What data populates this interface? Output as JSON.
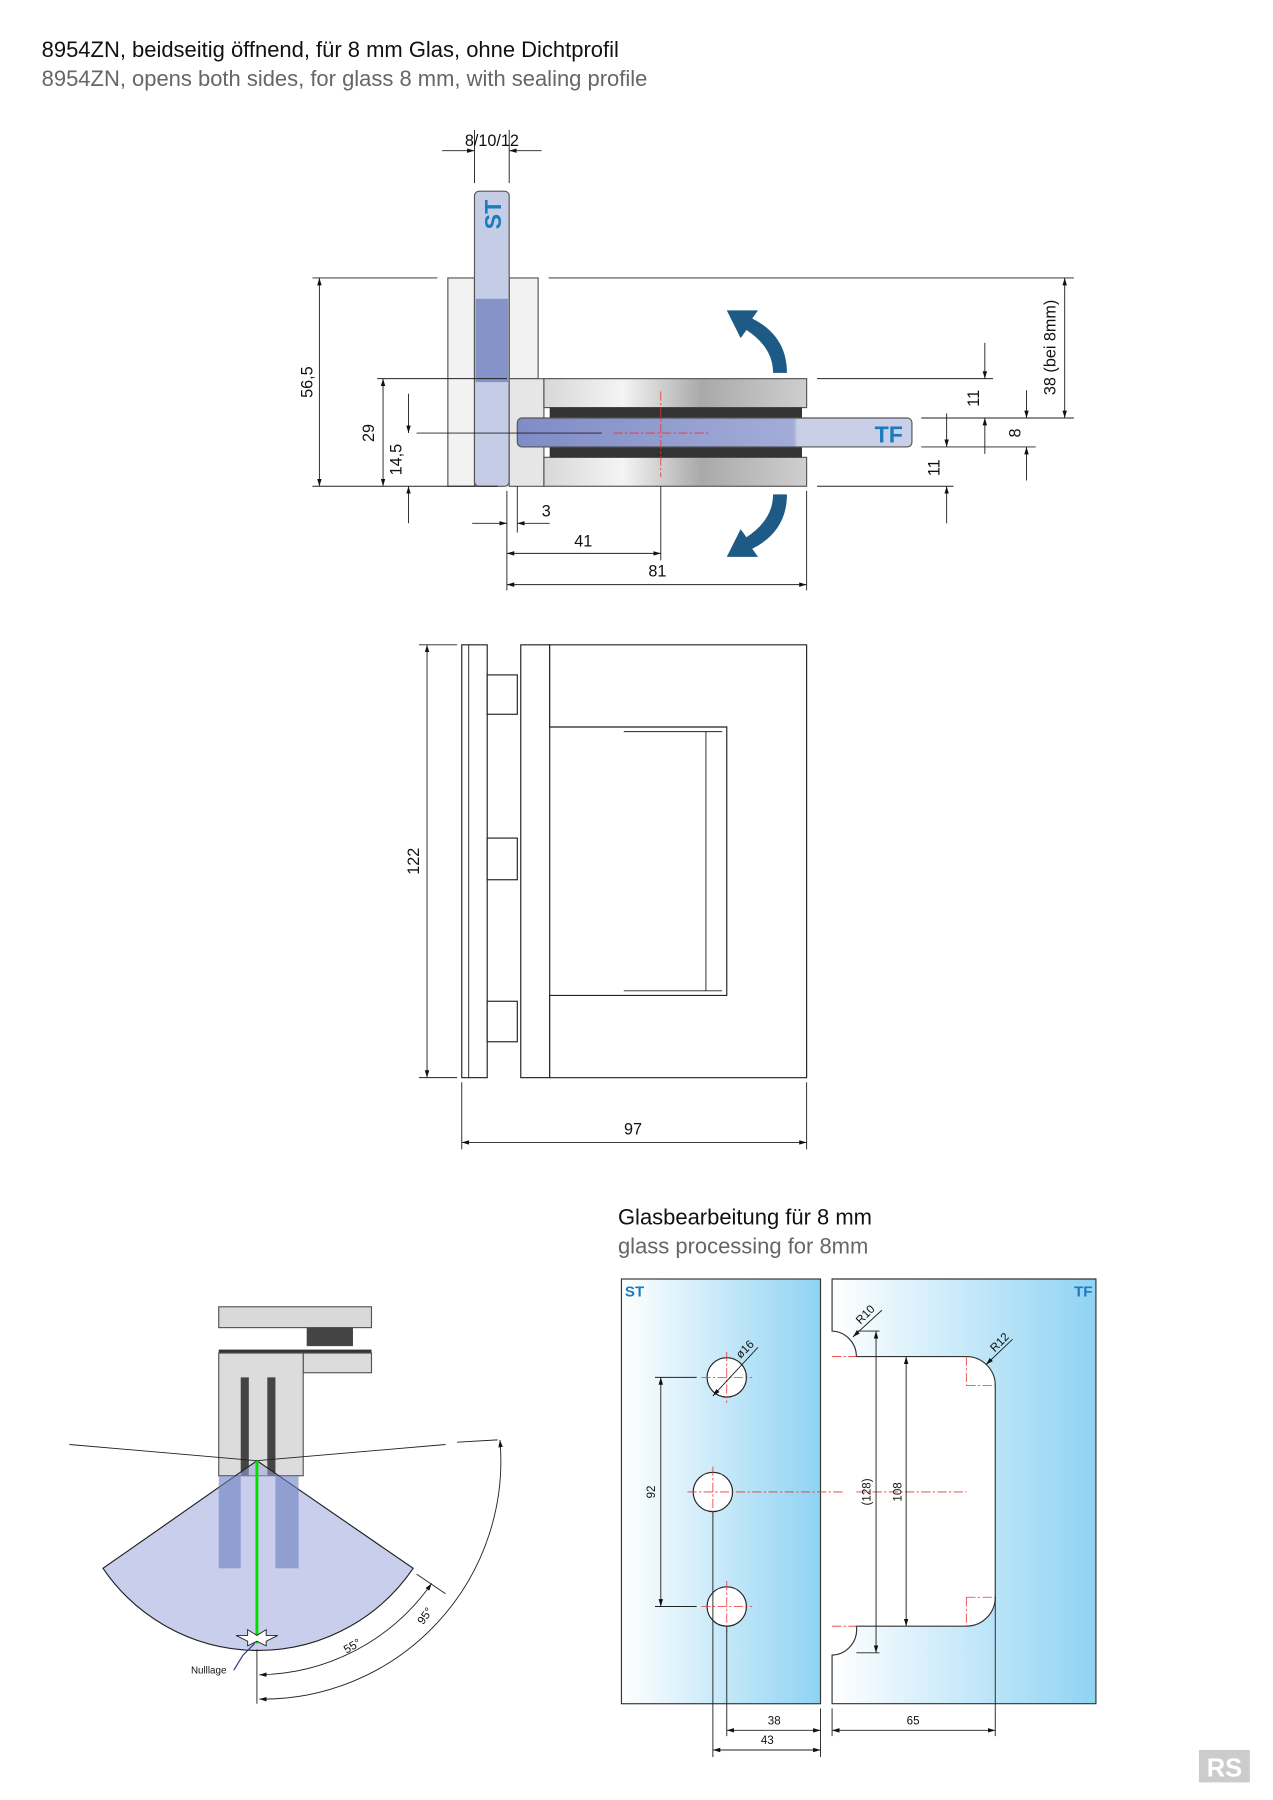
{
  "header": {
    "title_de": "8954ZN, beidseitig öffnend, für 8 mm Glas, ohne Dichtprofil",
    "title_en": "8954ZN, opens both sides, for glass 8 mm, with sealing profile"
  },
  "top_view": {
    "glass_thickness": "8/10/12",
    "label_st": "ST",
    "label_tf": "TF",
    "dim_height": "56,5",
    "dim_29": "29",
    "dim_14_5": "14,5",
    "dim_38": "38 (bei 8mm)",
    "dim_11_top": "11",
    "dim_8": "8",
    "dim_11_bottom": "11",
    "dim_3": "3",
    "dim_41": "41",
    "dim_81": "81"
  },
  "front_view": {
    "dim_122": "122",
    "dim_97": "97"
  },
  "swing_view": {
    "angle_55": "55°",
    "angle_95": "95°",
    "zero_position": "Nulllage"
  },
  "glass_processing": {
    "title_de": "Glasbearbeitung für 8 mm",
    "title_en": "glass processing for 8mm",
    "label_st": "ST",
    "label_tf": "TF",
    "hole_dia": "ø16",
    "r10": "R10",
    "r12": "R12",
    "dim_92": "92",
    "dim_128": "(128)",
    "dim_108": "108",
    "dim_38": "38",
    "dim_43": "43",
    "dim_65": "65"
  },
  "logo": "RS",
  "colors": {
    "accent": "#1a7bbf",
    "arrow": "#1d5a86",
    "glass": "#c5cde6"
  }
}
